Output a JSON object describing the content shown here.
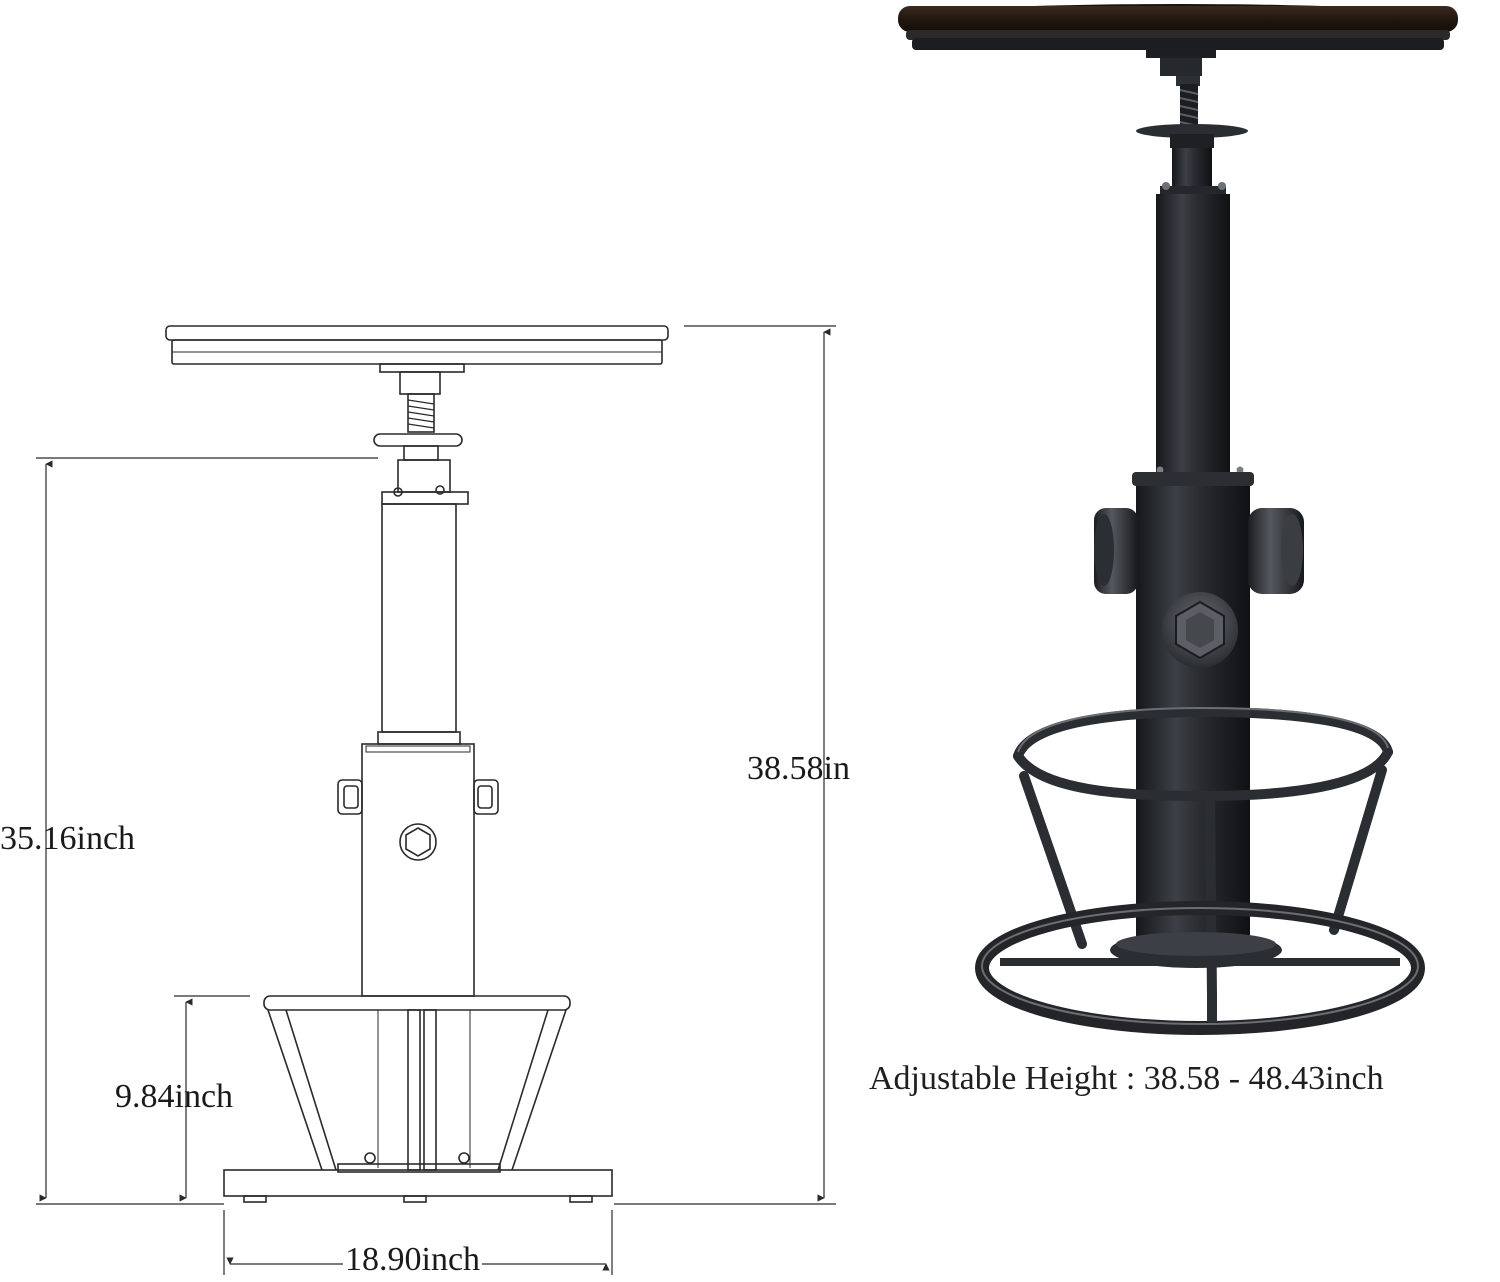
{
  "dimensions": {
    "total_height": "38.58in",
    "seat_height": "35.16inch",
    "footrest_height": "9.84inch",
    "base_width": "18.90inch"
  },
  "caption": "Adjustable Height : 38.58 - 48.43inch",
  "colors": {
    "line": "#2a2a2a",
    "metal_dark": "#1f2124",
    "metal_mid": "#3a3d42",
    "metal_light": "#8a8e94",
    "wood": "#2b1d16"
  }
}
